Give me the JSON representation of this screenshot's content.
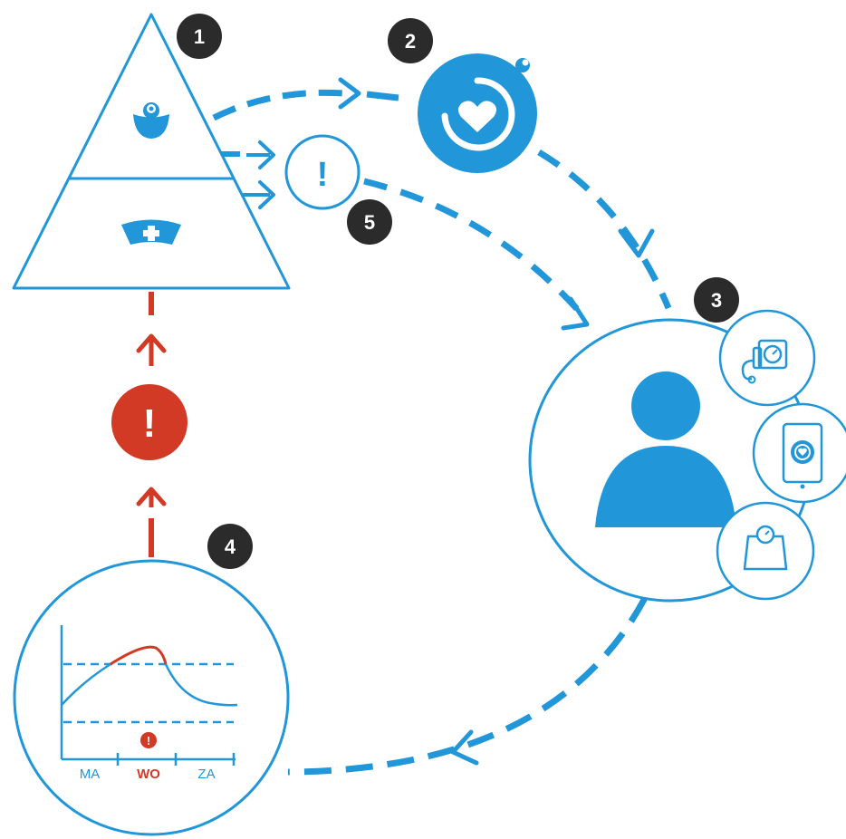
{
  "colors": {
    "blue": "#2196d8",
    "red": "#d23a25",
    "badge": "#2b2b2b",
    "white": "#ffffff"
  },
  "steps": {
    "step1": "1",
    "step2": "2",
    "step3": "3",
    "step4": "4",
    "step5": "5"
  },
  "alerts": {
    "small_alert": "!",
    "red_alert": "!",
    "chart_alert": "!"
  },
  "chart": {
    "x_labels": [
      "MA",
      "WO",
      "ZA"
    ]
  },
  "icons": {
    "doctor": "doctor-icon",
    "nurse": "nurse-cap-icon",
    "service": "heart-service-wrench-icon",
    "person": "person-icon",
    "bp_monitor": "blood-pressure-monitor-icon",
    "tablet": "tablet-heart-icon",
    "scale": "weighing-scale-icon"
  }
}
